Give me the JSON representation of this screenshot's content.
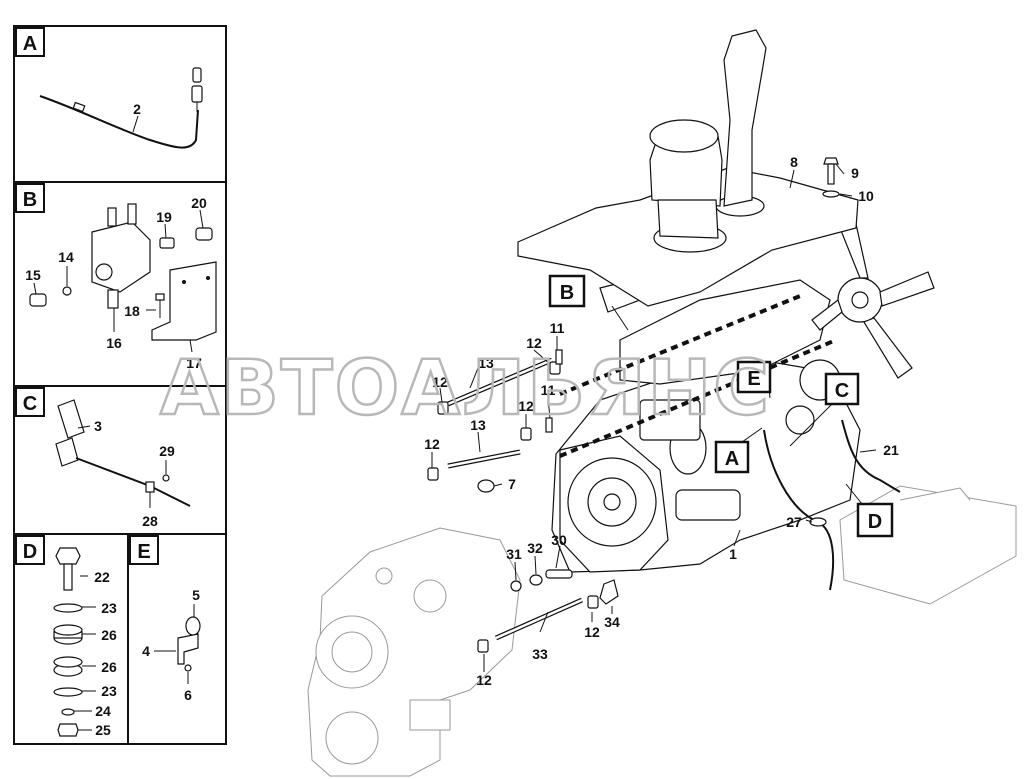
{
  "watermark": "АВТОАЛЬЯНС",
  "panels": {
    "A": {
      "letter": "A",
      "parts": [
        "2"
      ]
    },
    "B": {
      "letter": "B",
      "parts": [
        "20",
        "19",
        "14",
        "15",
        "18",
        "16",
        "17"
      ]
    },
    "C": {
      "letter": "C",
      "parts": [
        "3",
        "29",
        "28"
      ]
    },
    "D": {
      "letter": "D",
      "parts": [
        "22",
        "23",
        "26",
        "26",
        "23",
        "24",
        "25"
      ]
    },
    "E": {
      "letter": "E",
      "parts": [
        "5",
        "4",
        "6"
      ]
    }
  },
  "main_view": {
    "callout_letters": [
      "B",
      "E",
      "C",
      "A",
      "D"
    ],
    "part_labels": [
      "8",
      "9",
      "10",
      "11",
      "12",
      "13",
      "12",
      "11",
      "12",
      "12",
      "13",
      "7",
      "21",
      "27",
      "1",
      "31",
      "32",
      "30",
      "12",
      "34",
      "33",
      "12"
    ]
  }
}
